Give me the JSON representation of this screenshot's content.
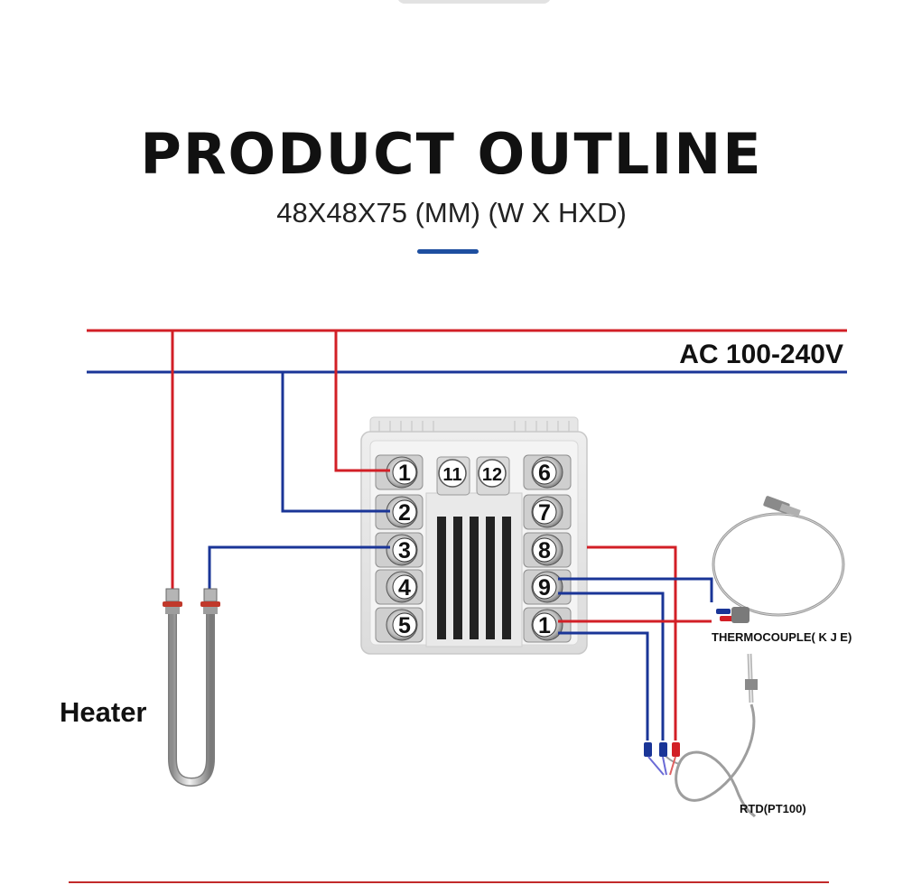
{
  "header": {
    "title": "PRODUCT OUTLINE",
    "subtitle": "48X48X75 (MM) (W X HXD)"
  },
  "colors": {
    "live": "#d21f26",
    "neutral": "#1a3597",
    "accent": "#1e4fa0"
  },
  "diagram": {
    "supply_label": "AC 100-240V",
    "heater_label": "Heater",
    "thermocouple_label": "THERMOCOUPLE( K J E)",
    "rtd_label": "RTD(PT100)",
    "terminals_left": [
      "1",
      "2",
      "3",
      "4",
      "5"
    ],
    "terminals_right": [
      "6",
      "7",
      "8",
      "9",
      "1"
    ],
    "terminals_top": [
      "11",
      "12"
    ]
  }
}
